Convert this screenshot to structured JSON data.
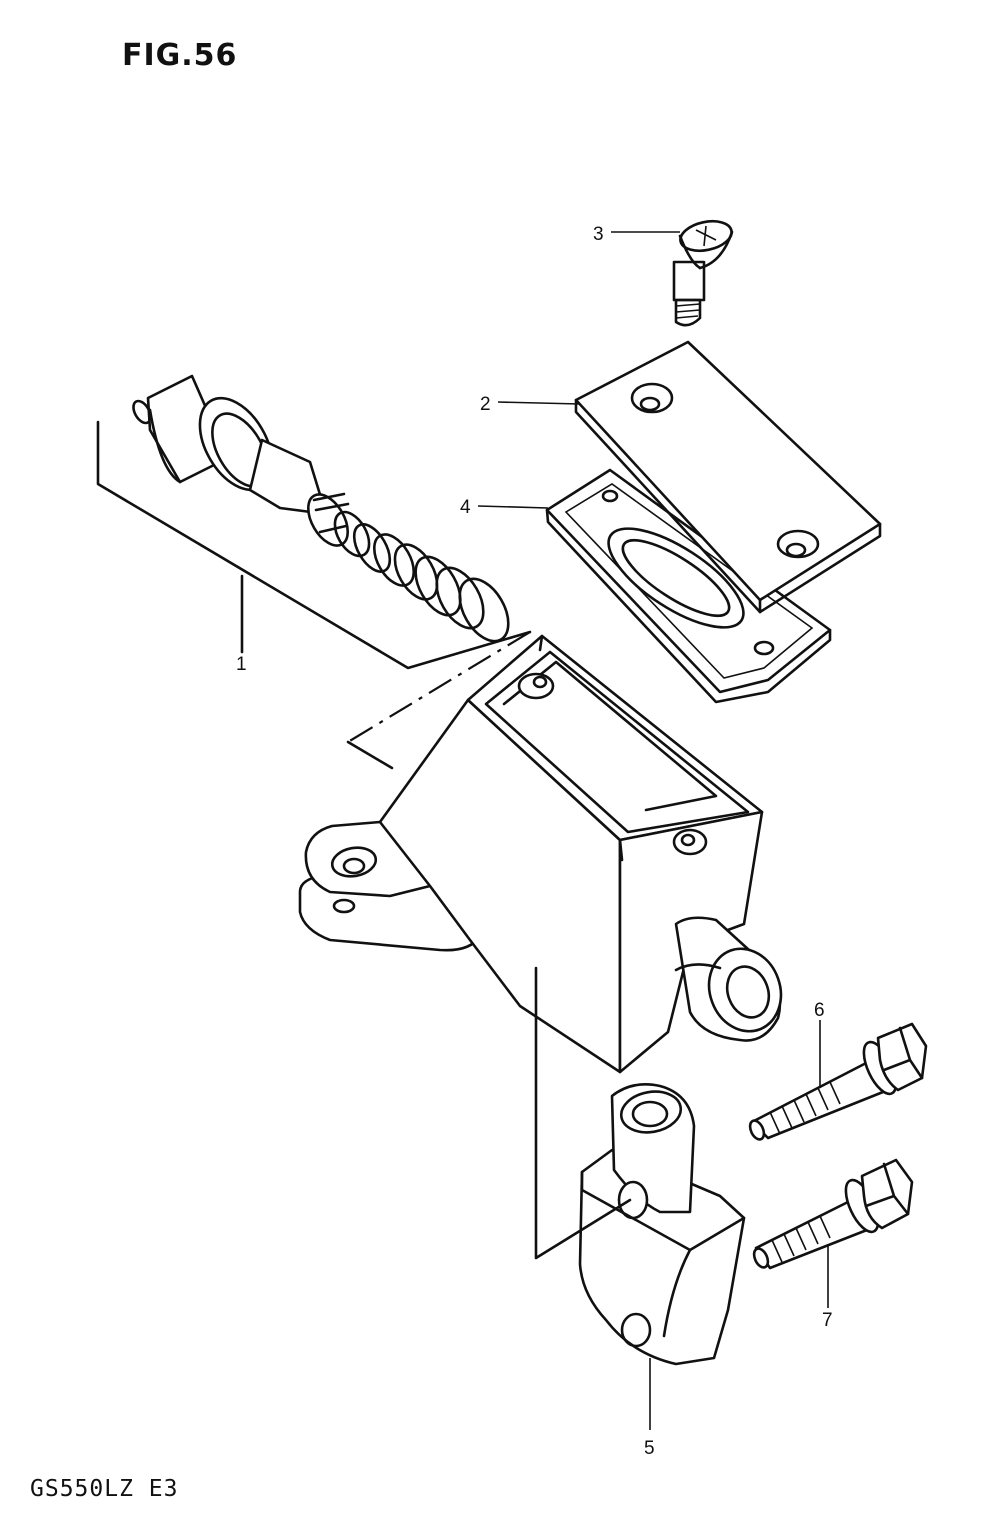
{
  "figure": {
    "title": "FIG.56",
    "model_code": "GS550LZ E3"
  },
  "callouts": [
    "1",
    "2",
    "3",
    "4",
    "5",
    "6",
    "7"
  ],
  "parts": [
    "piston-and-spring-kit",
    "reservoir-cap",
    "cap-screw",
    "cap-diaphragm",
    "mounting-clamp",
    "clamp-bolt-upper",
    "clamp-bolt-lower"
  ]
}
